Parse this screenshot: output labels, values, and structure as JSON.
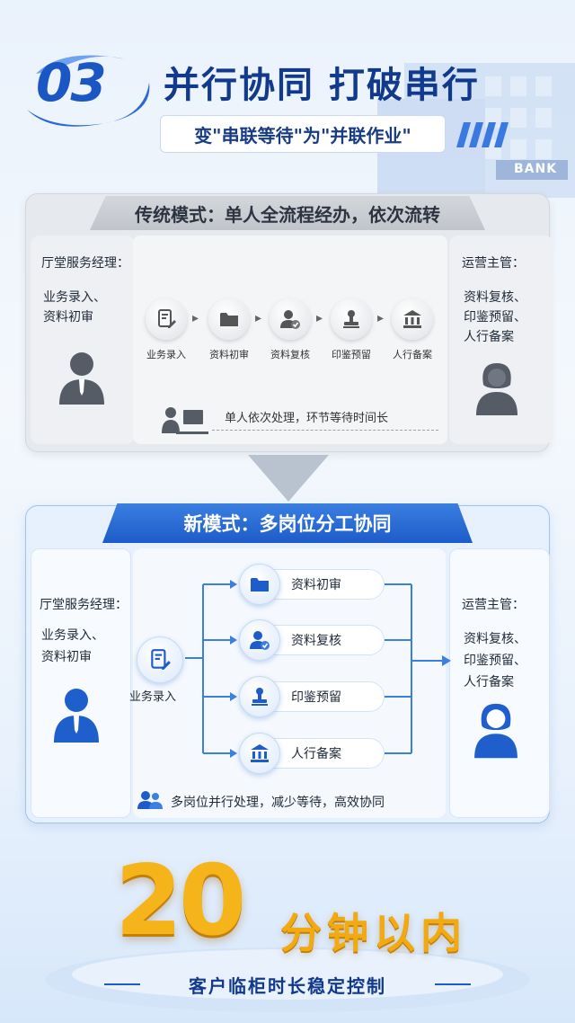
{
  "header": {
    "number": "03",
    "title": "并行协同 打破串行",
    "subtitle": "变\"串联等待\"为\"并联作业\"",
    "bank_sign": "BANK"
  },
  "traditional": {
    "title": "传统模式：单人全流程经办，依次流转",
    "left_role": "厅堂服务经理：",
    "left_tasks": [
      "业务录入、",
      "资料初审"
    ],
    "right_role": "运营主管：",
    "right_tasks": [
      "资料复核、",
      "印鉴预留、",
      "人行备案"
    ],
    "steps": [
      {
        "label": "业务录入",
        "icon": "document-edit-icon"
      },
      {
        "label": "资料初审",
        "icon": "folder-icon"
      },
      {
        "label": "资料复核",
        "icon": "user-check-icon"
      },
      {
        "label": "印鉴预留",
        "icon": "stamp-icon"
      },
      {
        "label": "人行备案",
        "icon": "bank-icon"
      }
    ],
    "note": "单人依次处理，环节等待时间长"
  },
  "new_mode": {
    "title": "新模式：多岗位分工协同",
    "left_role": "厅堂服务经理：",
    "left_tasks": [
      "业务录入、",
      "资料初审"
    ],
    "start_step": {
      "label": "业务录入",
      "icon": "document-edit-icon"
    },
    "parallel_steps": [
      {
        "label": "资料初审",
        "icon": "folder-icon"
      },
      {
        "label": "资料复核",
        "icon": "user-check-icon"
      },
      {
        "label": "印鉴预留",
        "icon": "stamp-icon"
      },
      {
        "label": "人行备案",
        "icon": "bank-icon"
      }
    ],
    "right_role": "运营主管：",
    "right_tasks": [
      "资料复核、",
      "印鉴预留、",
      "人行备案"
    ],
    "note": "多岗位并行处理，减少等待，高效协同"
  },
  "result": {
    "number": "20",
    "unit": "分钟以内",
    "caption": "客户临柜时长稳定控制"
  },
  "colors": {
    "primary": "#1d5cc9",
    "title_dark": "#123a8c",
    "gold": "#f5b419",
    "gray_panel": "#e6e9ee"
  }
}
